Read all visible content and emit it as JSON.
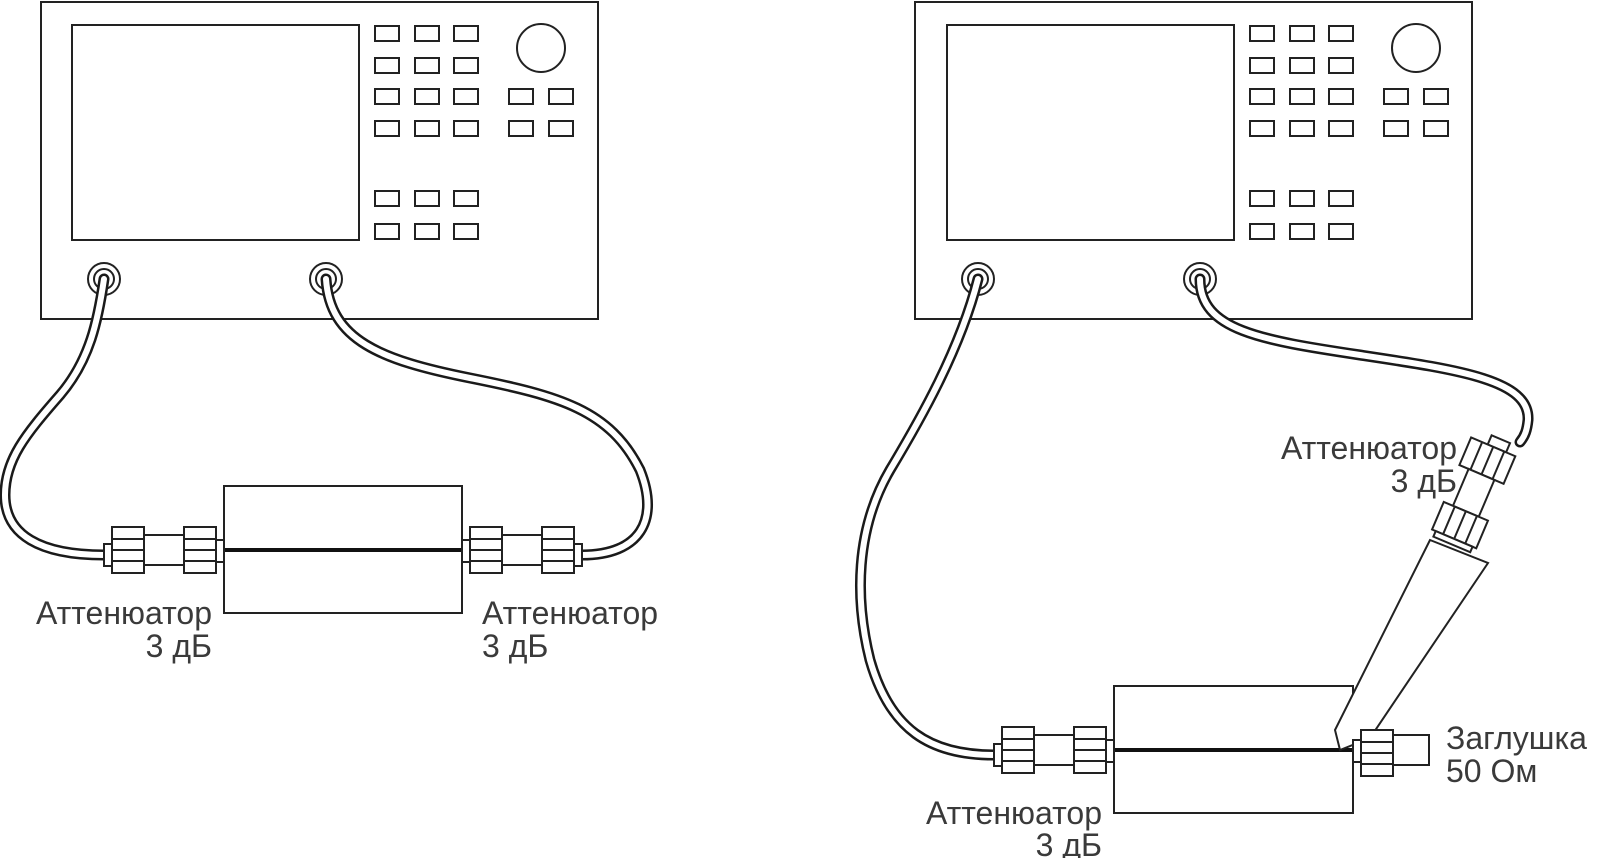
{
  "setup_left": {
    "attenuator_left": {
      "line1": "Аттенюатор",
      "line2": "3 дБ"
    },
    "attenuator_right": {
      "line1": "Аттенюатор",
      "line2": "3 дБ"
    }
  },
  "setup_right": {
    "attenuator_bottom": {
      "line1": "Аттенюатор",
      "line2": "3 дБ"
    },
    "attenuator_top": {
      "line1": "Аттенюатор",
      "line2": "3 дБ"
    },
    "terminator": {
      "line1": "Заглушка",
      "line2": "50 Ом"
    }
  },
  "colors": {
    "stroke": "#222222",
    "text": "#3a3a3a",
    "background": "#ffffff"
  }
}
